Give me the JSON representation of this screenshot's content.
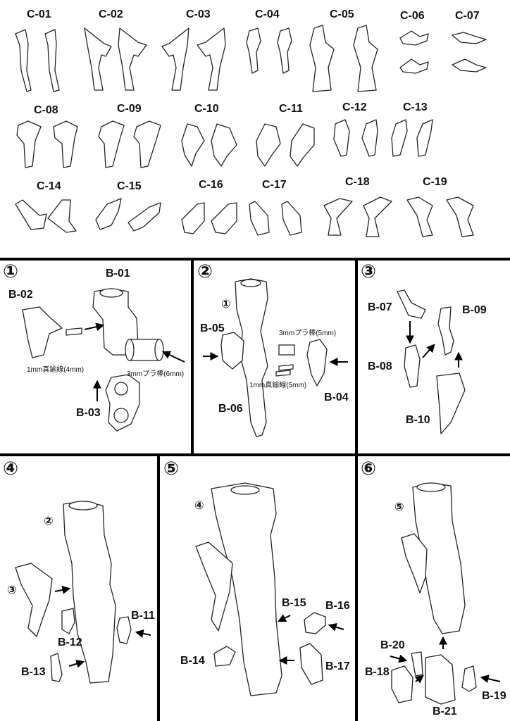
{
  "c_labels": [
    "C-01",
    "C-02",
    "C-03",
    "C-04",
    "C-05",
    "C-06",
    "C-07",
    "C-08",
    "C-09",
    "C-10",
    "C-11",
    "C-12",
    "C-13",
    "C-14",
    "C-15",
    "C-16",
    "C-17",
    "C-18",
    "C-19"
  ],
  "steps": {
    "s1": {
      "num": "①",
      "labels": {
        "b01": "B-01",
        "b02": "B-02",
        "b03": "B-03"
      },
      "notes": {
        "wire": "1mm真鍮線(4mm)",
        "rod": "3mmプラ棒(6mm)"
      }
    },
    "s2": {
      "num": "②",
      "ref": "①",
      "labels": {
        "b05": "B-05",
        "b04": "B-04",
        "b06": "B-06"
      },
      "notes": {
        "rod": "3mmプラ棒(5mm)",
        "wire": "1mm真鍮線(5mm)"
      }
    },
    "s3": {
      "num": "③",
      "labels": {
        "b07": "B-07",
        "b08": "B-08",
        "b09": "B-09",
        "b10": "B-10"
      }
    },
    "s4": {
      "num": "④",
      "ref2": "②",
      "ref3": "③",
      "labels": {
        "b11": "B-11",
        "b12": "B-12",
        "b13": "B-13"
      }
    },
    "s5": {
      "num": "⑤",
      "ref": "④",
      "labels": {
        "b14": "B-14",
        "b15": "B-15",
        "b16": "B-16",
        "b17": "B-17"
      }
    },
    "s6": {
      "num": "⑥",
      "ref": "⑤",
      "labels": {
        "b18": "B-18",
        "b19": "B-19",
        "b20": "B-20",
        "b21": "B-21"
      }
    }
  }
}
